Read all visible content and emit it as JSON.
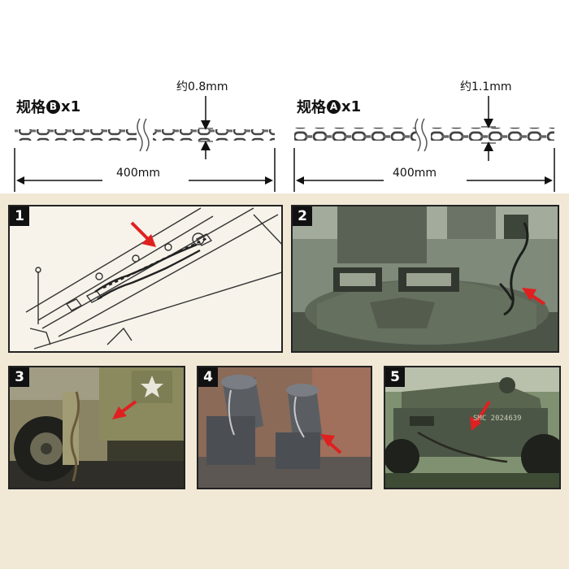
{
  "spec_b": {
    "prefix": "规格",
    "letter": "B",
    "suffix": "x1",
    "size": "约0.8mm",
    "length": "400mm"
  },
  "spec_a": {
    "prefix": "规格",
    "letter": "A",
    "suffix": "x1",
    "size": "约1.1mm",
    "length": "400mm"
  },
  "panels": [
    {
      "number": "1"
    },
    {
      "number": "2"
    },
    {
      "number": "3"
    },
    {
      "number": "4"
    },
    {
      "number": "5"
    }
  ],
  "photo5_marking": "SMC 2024639",
  "colors": {
    "accent_arrow": "#e02020",
    "background_lower": "#f1e9d6",
    "panel_border": "#222222"
  }
}
